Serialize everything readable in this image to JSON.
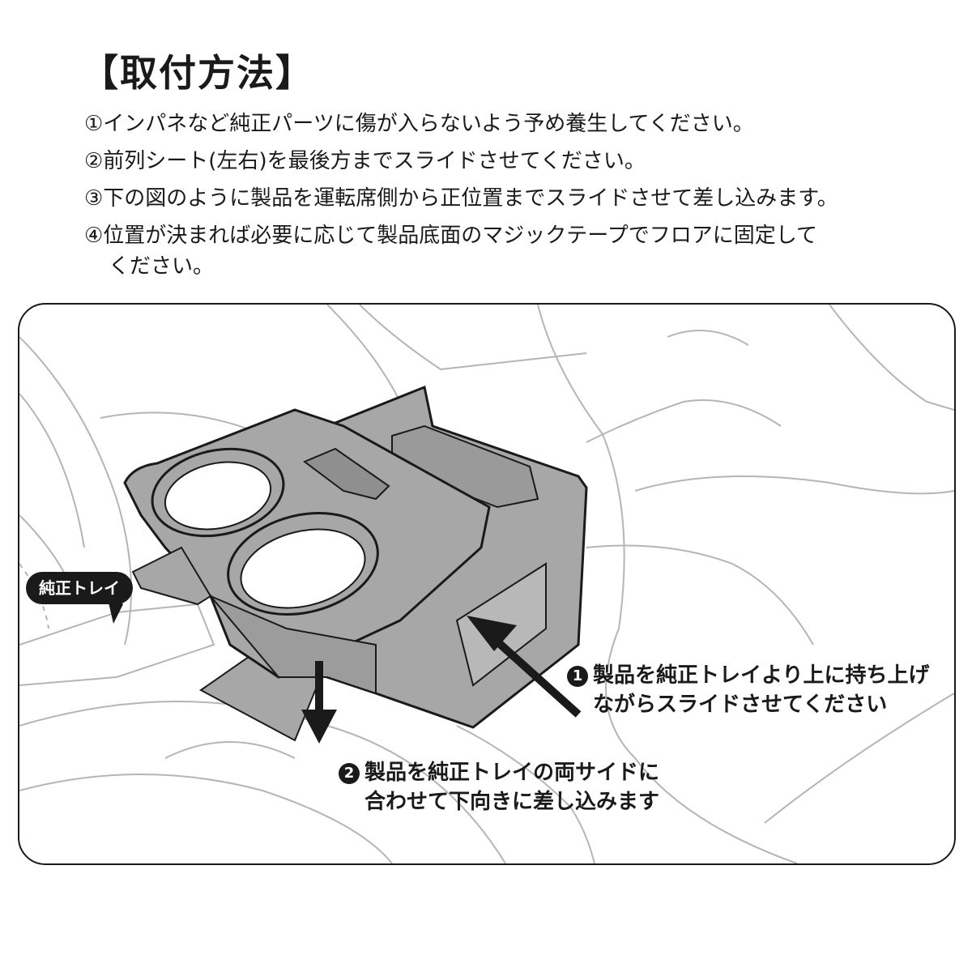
{
  "title": "【取付方法】",
  "steps": [
    {
      "line1": "①インパネなど純正パーツに傷が入らないよう予め養生してください。",
      "line2": ""
    },
    {
      "line1": "②前列シート(左右)を最後方までスライドさせてください。",
      "line2": ""
    },
    {
      "line1": "③下の図のように製品を運転席側から正位置までスライドさせて差し込みます。",
      "line2": ""
    },
    {
      "line1": "④位置が決まれば必要に応じて製品底面のマジックテープでフロアに固定して",
      "line2": "ください。"
    }
  ],
  "illustration": {
    "badge": "純正トレイ",
    "callout1": {
      "num": "1",
      "line1": "製品を純正トレイより上に持ち上げ",
      "line2": "ながらスライドさせてください"
    },
    "callout2": {
      "num": "2",
      "line1": "製品を純正トレイの両サイドに",
      "line2": "合わせて下向きに差し込みます"
    }
  },
  "colors": {
    "product": "#a7a7a7",
    "outline": "#1a1a1a",
    "background_lines": "#b5b5b5"
  }
}
